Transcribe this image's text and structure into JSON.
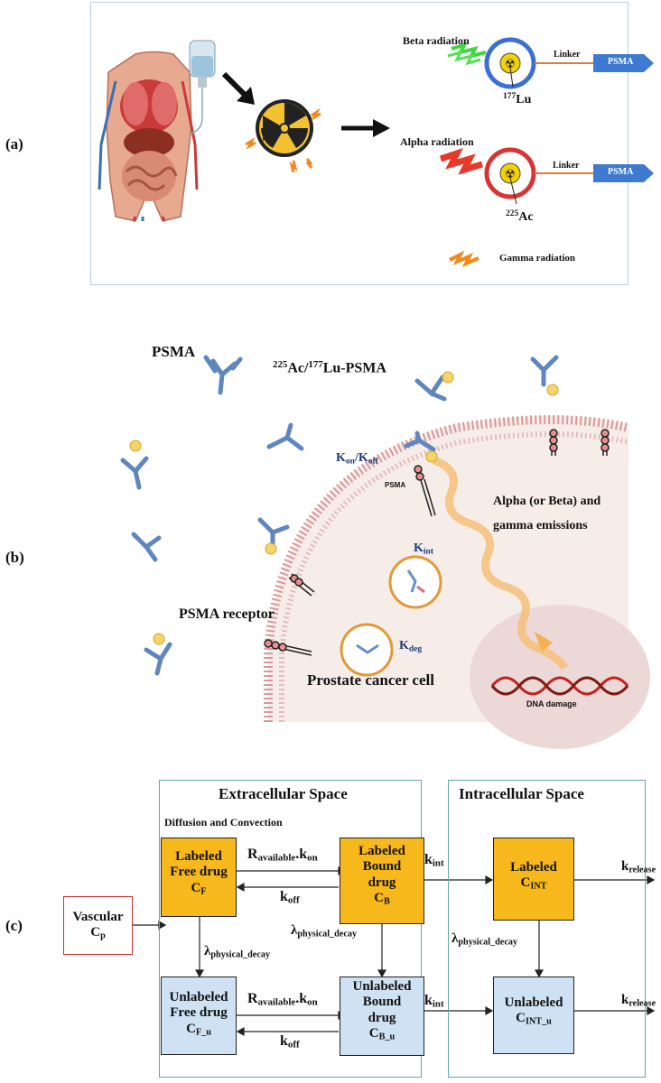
{
  "panel_a": {
    "label": "(a)",
    "beta_radiation": "Beta radiation",
    "alpha_radiation": "Alpha radiation",
    "gamma_radiation": "Gamma radiation",
    "linker_1": "Linker",
    "linker_2": "Linker",
    "psma_1": "PSMA",
    "psma_2": "PSMA",
    "lu_mass": "177",
    "lu_symbol": "Lu",
    "ac_mass": "225",
    "ac_symbol": "Ac"
  },
  "panel_b": {
    "label": "(b)",
    "psma": "PSMA",
    "ac_mass": "225",
    "ac_lu_mid": "Ac/",
    "lu_mass": "177",
    "ac_lu_end": "Lu-PSMA",
    "k_on": "K",
    "k_on_sub": "on",
    "k_slash": "/K",
    "k_off_sub": "off",
    "psma_small": "PSMA",
    "emissions_line1": "Alpha (or Beta) and",
    "emissions_line2": "gamma emissions",
    "k_int": "K",
    "k_int_sub": "int",
    "k_deg": "K",
    "k_deg_sub": "deg",
    "psma_receptor": "PSMA receptor",
    "prostate_cell": "Prostate cancer cell",
    "dna_damage": "DNA damage"
  },
  "panel_c": {
    "label": "(c)",
    "extracellular_title": "Extracellular Space",
    "intracellular_title": "Intracellular Space",
    "diffusion": "Diffusion and Convection",
    "vascular_line1": "Vascular",
    "vascular_c": "C",
    "vascular_sub": "p",
    "lfd_line1": "Labeled",
    "lfd_line2": "Free drug",
    "lfd_c": "C",
    "lfd_sub": "F",
    "lbd_line1": "Labeled",
    "lbd_line2": "Bound",
    "lbd_line3": "drug",
    "lbd_c": "C",
    "lbd_sub": "B",
    "li_line1": "Labeled",
    "li_c": "C",
    "li_sub": "INT",
    "ufd_line1": "Unlabeled",
    "ufd_line2": "Free drug",
    "ufd_c": "C",
    "ufd_sub": "F_u",
    "ubd_line1": "Unlabeled",
    "ubd_line2": "Bound",
    "ubd_line3": "drug",
    "ubd_c": "C",
    "ubd_sub": "B_u",
    "ui_line1": "Unlabeled",
    "ui_c": "C",
    "ui_sub": "INT_u",
    "r_avail": "R",
    "r_avail_sub": "available",
    "k_on_dot": ".k",
    "k_on_sub": "on",
    "k_off": "k",
    "k_off_sub": "off",
    "k_int": "k",
    "k_int_sub": "int",
    "k_release": "k",
    "k_release_sub": "release",
    "lambda": "λ",
    "lambda_sub": "physical_decay"
  }
}
